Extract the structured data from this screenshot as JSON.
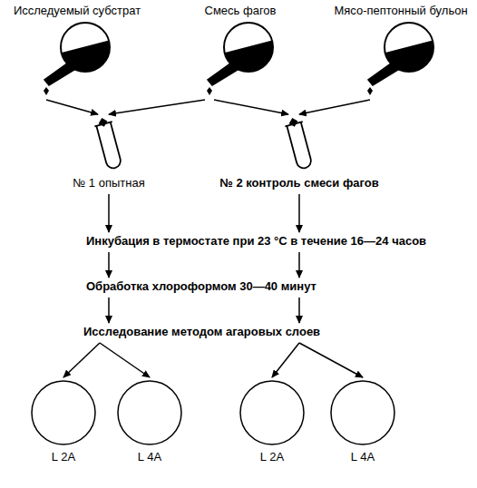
{
  "diagram": {
    "nodes": [
      {
        "text": [
          "Исследуемый субстрат"
        ]
      },
      {
        "text": [
          "Смесь фагов"
        ]
      },
      {
        "text": [
          "Мясо-пептонный бульон"
        ]
      },
      {
        "text": [
          "№ 1 опытная"
        ]
      },
      {
        "text": [
          "№ 2 контроль смеси фагов"
        ]
      },
      {
        "text": [
          "Инкубация в термостате при 23 °C в течение 16—24 часов"
        ]
      },
      {
        "text": [
          "Обработка хлороформом 30—40 минут"
        ]
      },
      {
        "text": [
          "Исследование методом агаровых слоев"
        ]
      },
      {
        "text": [
          "L 2A"
        ]
      },
      {
        "text": [
          "L 4A"
        ]
      },
      {
        "text": [
          "L 2A"
        ]
      },
      {
        "text": [
          "L 4A"
        ]
      }
    ],
    "edges": [
      {
        "from": 0,
        "to": 3,
        "arrow": "to"
      },
      {
        "from": 1,
        "to": 3,
        "arrow": "to"
      },
      {
        "from": 1,
        "to": 4,
        "arrow": "to"
      },
      {
        "from": 2,
        "to": 4,
        "arrow": "to"
      },
      {
        "from": 3,
        "to": 5,
        "arrow": "to"
      },
      {
        "from": 4,
        "to": 5,
        "arrow": "to"
      },
      {
        "from": 5,
        "to": 6,
        "arrow": "to"
      },
      {
        "from": 5,
        "to": 6,
        "arrow": "to"
      },
      {
        "from": 6,
        "to": 7,
        "arrow": "to"
      },
      {
        "from": 6,
        "to": 7,
        "arrow": "to"
      },
      {
        "from": 7,
        "to": 8,
        "arrow": "to"
      },
      {
        "from": 7,
        "to": 9,
        "arrow": "to"
      },
      {
        "from": 7,
        "to": 10,
        "arrow": "to"
      },
      {
        "from": 7,
        "to": 11,
        "arrow": "to"
      }
    ]
  }
}
